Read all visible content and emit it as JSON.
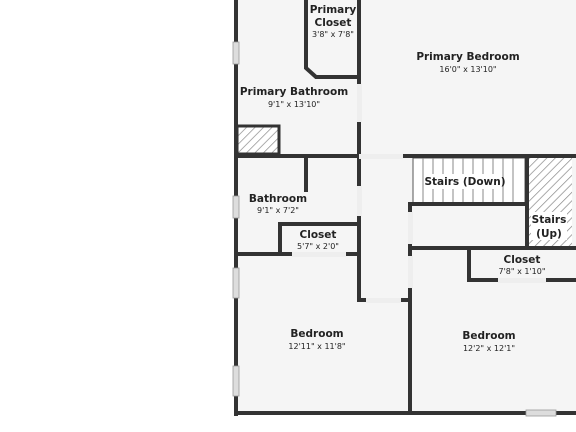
{
  "floor_plan": {
    "rooms": {
      "primary_closet": {
        "name_line1": "Primary",
        "name_line2": "Closet",
        "dims": "3'8\" x 7'8\""
      },
      "primary_bedroom": {
        "name": "Primary Bedroom",
        "dims": "16'0\" x 13'10\""
      },
      "primary_bathroom": {
        "name": "Primary Bathroom",
        "dims": "9'1\" x 13'10\""
      },
      "bathroom": {
        "name": "Bathroom",
        "dims": "9'1\" x 7'2\""
      },
      "hall_closet": {
        "name": "Closet",
        "dims": "5'7\" x 2'0\""
      },
      "stairs_down": {
        "name": "Stairs (Down)"
      },
      "stairs_up": {
        "name_line1": "Stairs",
        "name_line2": "(Up)"
      },
      "bedroom_closet": {
        "name": "Closet",
        "dims": "7'8\" x 1'10\""
      },
      "bedroom_left": {
        "name": "Bedroom",
        "dims": "12'11\" x 11'8\""
      },
      "bedroom_right": {
        "name": "Bedroom",
        "dims": "12'2\" x 12'1\""
      }
    },
    "colors": {
      "wall": "#333333",
      "floor": "#f5f5f5",
      "background": "#ffffff",
      "window": "#dddddd"
    }
  }
}
